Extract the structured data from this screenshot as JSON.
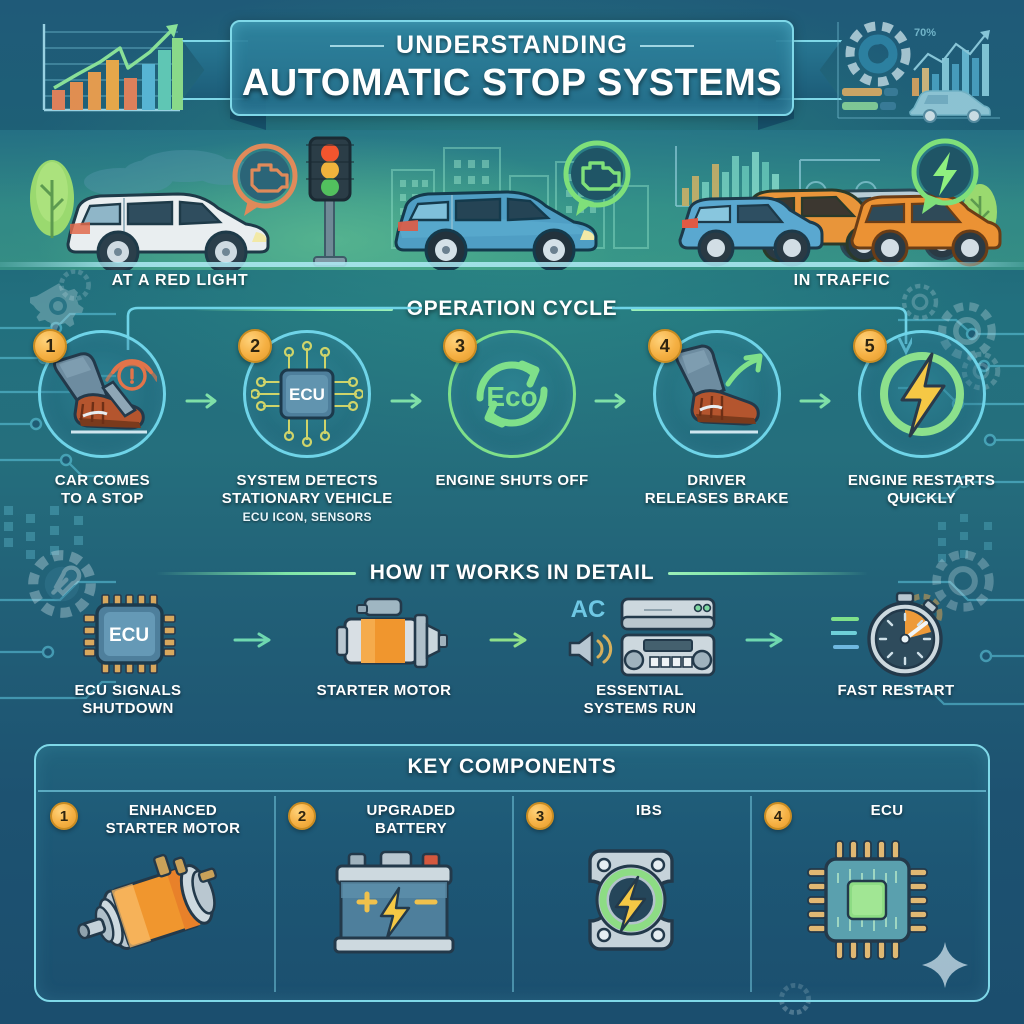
{
  "header": {
    "title_top": "UNDERSTANDING",
    "title_main": "AUTOMATIC STOP SYSTEMS",
    "deco_left_icon": "bar-chart-growth-icon",
    "deco_right": {
      "icon": "dashboard-analytics-icon",
      "percent_label": "70%"
    }
  },
  "scenarios": [
    {
      "label": "AT A RED LIGHT",
      "icon": "white-sedan-at-traffic-light-icon",
      "badge_icon": "engine-check-bubble-icon"
    },
    {
      "label": "",
      "icon": "blue-sedan-city-icon",
      "badge_icon": "engine-check-bubble-icon"
    },
    {
      "label": "IN TRAFFIC",
      "icon": "traffic-jam-cars-icon",
      "badge_icon": "lightning-bubble-icon"
    }
  ],
  "operation_cycle": {
    "section_title": "OPERATION CYCLE",
    "steps": [
      {
        "number": "1",
        "label": "CAR COMES\nTO A STOP",
        "sub": "",
        "icon": "foot-on-brake-pedal-icon"
      },
      {
        "number": "2",
        "label": "SYSTEM DETECTS\nSTATIONARY VEHICLE",
        "sub": "ECU ICON, SENSORS",
        "icon": "ecu-chip-sensors-icon"
      },
      {
        "number": "3",
        "label": "ENGINE SHUTS OFF",
        "sub": "",
        "icon": "eco-cycle-icon",
        "icon_text": "Eco"
      },
      {
        "number": "4",
        "label": "DRIVER\nRELEASES BRAKE",
        "sub": "",
        "icon": "foot-lifting-off-pedal-icon"
      },
      {
        "number": "5",
        "label": "ENGINE RESTARTS\nQUICKLY",
        "sub": "",
        "icon": "lightning-bolt-circle-icon"
      }
    ]
  },
  "detail_section": {
    "section_title": "HOW IT WORKS IN DETAIL",
    "items": [
      {
        "label": "ECU SIGNALS\nSHUTDOWN",
        "icon": "ecu-chip-icon",
        "icon_text": "ECU"
      },
      {
        "label": "STARTER MOTOR",
        "icon": "starter-motor-icon"
      },
      {
        "label": "ESSENTIAL\nSYSTEMS RUN",
        "icon": "ac-speaker-radio-icon",
        "icon_text": "AC"
      },
      {
        "label": "FAST RESTART",
        "icon": "stopwatch-icon"
      }
    ]
  },
  "key_components": {
    "section_title": "KEY COMPONENTS",
    "items": [
      {
        "number": "1",
        "label": "ENHANCED\nSTARTER MOTOR",
        "icon": "starter-motor-icon"
      },
      {
        "number": "2",
        "label": "UPGRADED\nBATTERY",
        "icon": "car-battery-icon"
      },
      {
        "number": "3",
        "label": "IBS",
        "icon": "battery-sensor-icon"
      },
      {
        "number": "4",
        "label": "ECU",
        "icon": "ecu-green-chip-icon"
      }
    ]
  },
  "colors": {
    "background_deep": "#1b4e6e",
    "background_mid": "#22707e",
    "accent_cyan": "#7fd8e8",
    "accent_green": "#8fe6a0",
    "badge_orange": "#f5b043",
    "text_white": "#ffffff"
  }
}
